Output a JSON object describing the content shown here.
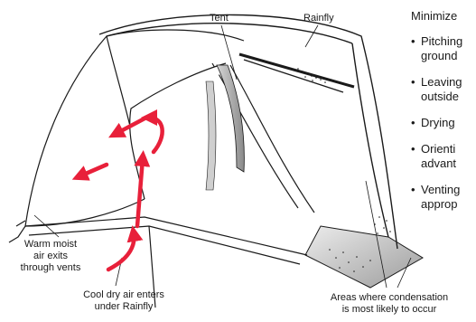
{
  "labels": {
    "tent": "Tent",
    "rainfly": "Rainfly",
    "warm_air": [
      "Warm moist",
      "air exits",
      "through vents"
    ],
    "cool_air": [
      "Cool dry air enters",
      "under Rainfly"
    ],
    "condensation": [
      "Areas where condensation",
      "is most likely to occur"
    ]
  },
  "side_panel": {
    "heading": "Minimize",
    "bullets": [
      [
        "Pitching",
        "ground"
      ],
      [
        "Leaving",
        "outside"
      ],
      [
        "Drying"
      ],
      [
        "Orienti",
        "advant"
      ],
      [
        "Venting",
        "approp"
      ]
    ]
  },
  "colors": {
    "arrow": "#e8203a",
    "outline": "#1a1a1a",
    "shade": "#9a9a9a"
  }
}
